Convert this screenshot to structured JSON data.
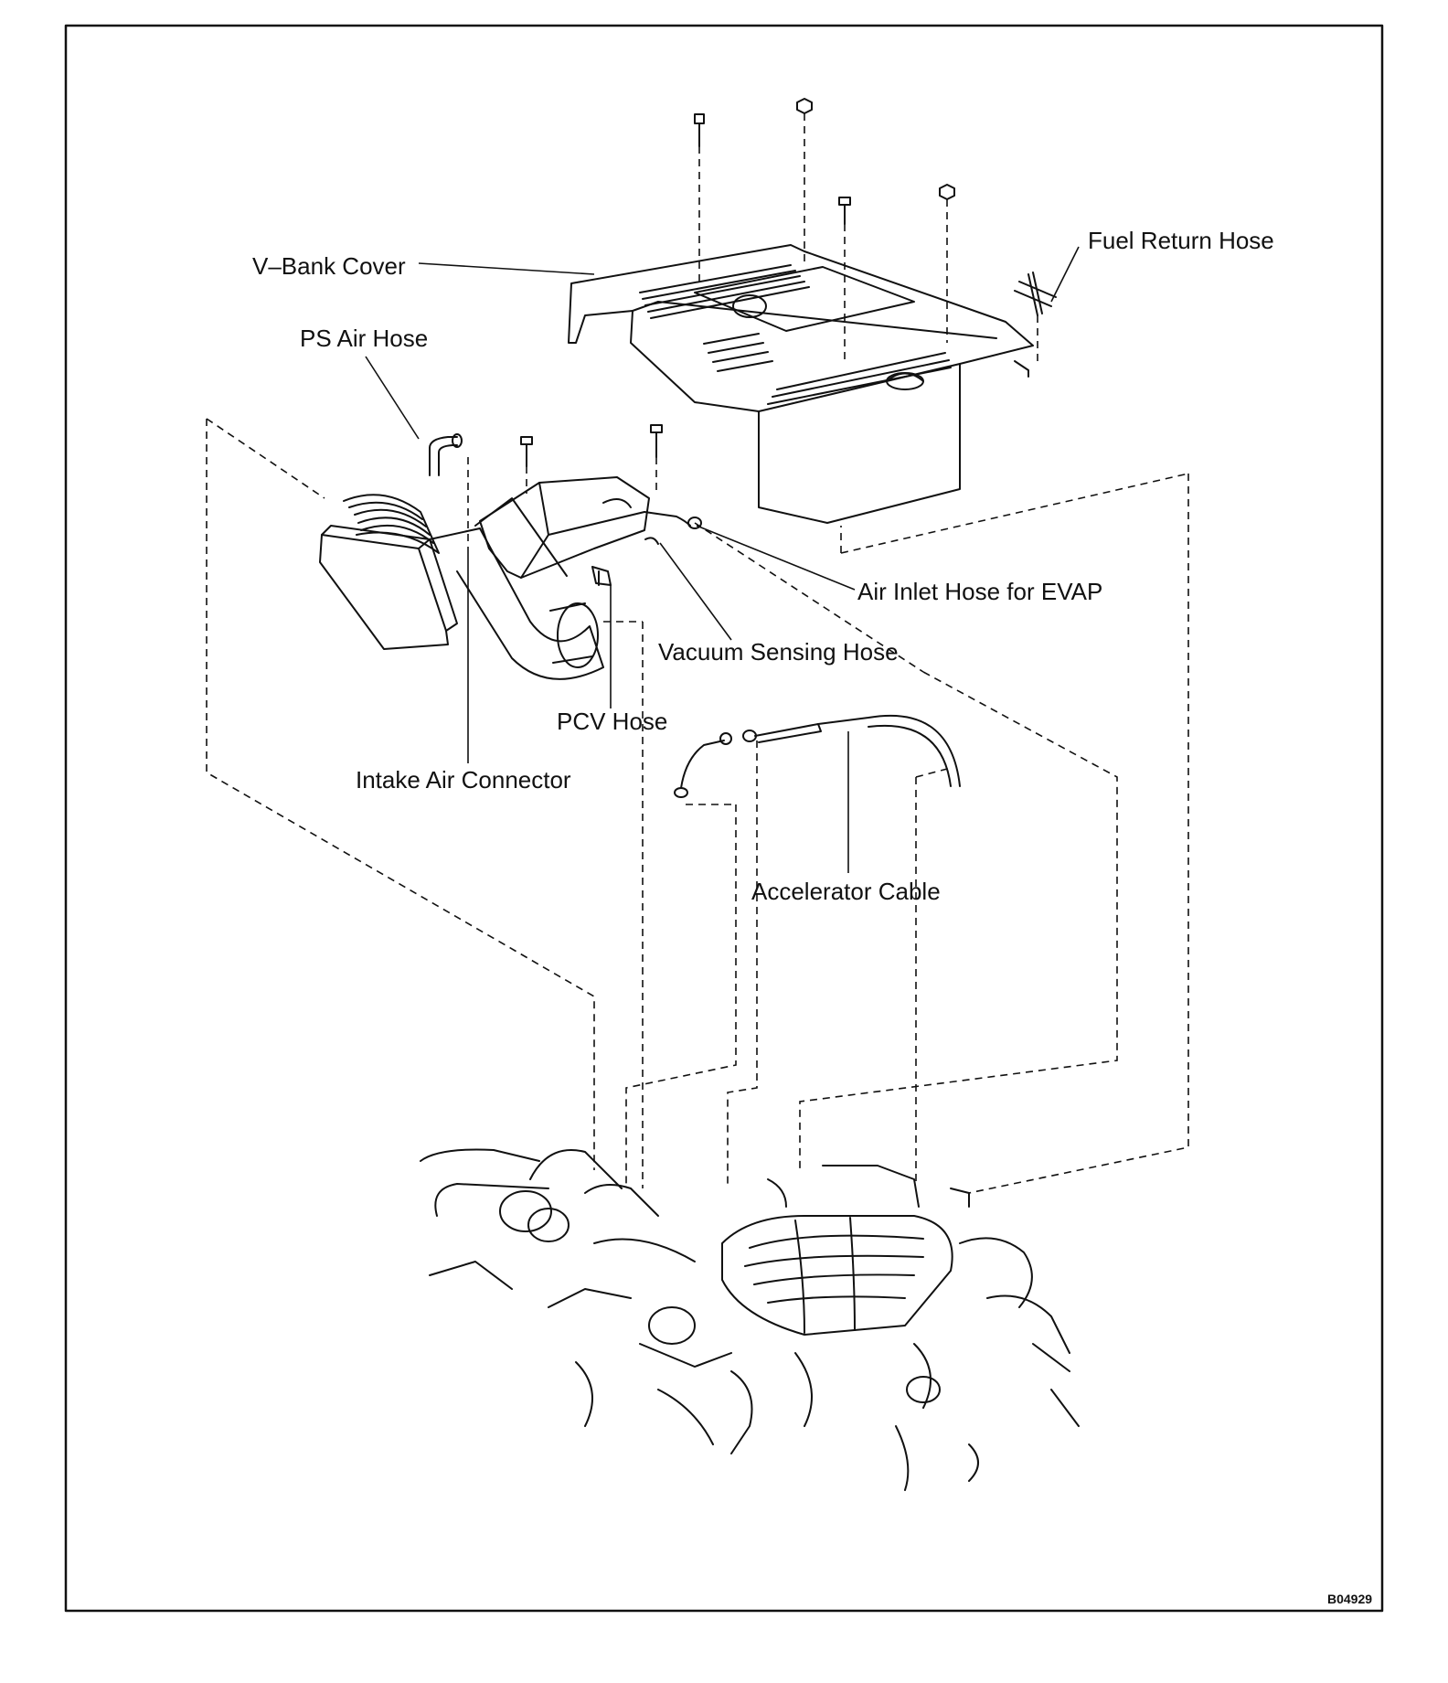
{
  "diagram": {
    "labels": {
      "v_bank_cover": "V–Bank Cover",
      "fuel_return_hose": "Fuel Return Hose",
      "ps_air_hose": "PS Air Hose",
      "air_inlet_hose_evap": "Air Inlet Hose for EVAP",
      "vacuum_sensing_hose": "Vacuum Sensing Hose",
      "pcv_hose": "PCV Hose",
      "intake_air_connector": "Intake Air Connector",
      "accelerator_cable": "Accelerator Cable"
    },
    "figure_id": "B04929",
    "colors": {
      "line": "#111111",
      "background": "#ffffff"
    }
  }
}
